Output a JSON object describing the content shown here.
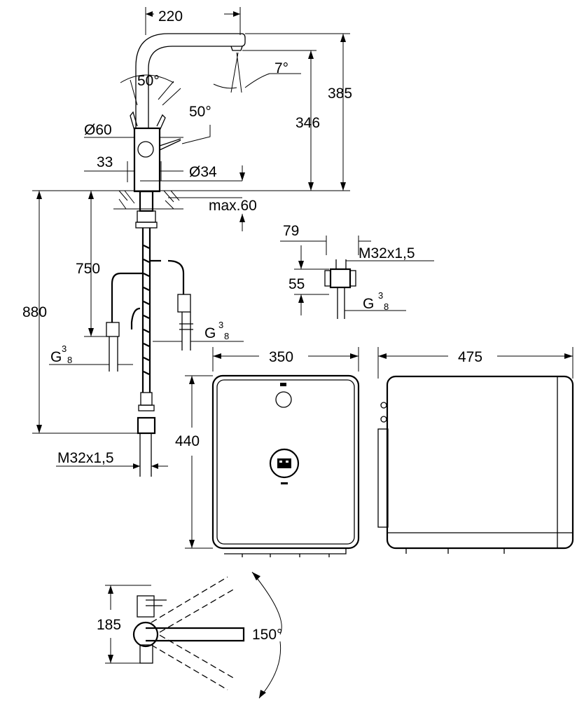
{
  "dimensions": {
    "spout_reach": "220",
    "spout_angle": "7°",
    "height_total": "385",
    "height_spout": "346",
    "lever_angle_left": "50°",
    "lever_angle_right": "50°",
    "base_diameter": "Ø60",
    "base_depth": "33",
    "mount_hole_diameter": "Ø34",
    "max_countertop": "max.60",
    "hose_length": "750",
    "total_below": "880",
    "inlet_thread_left": "G",
    "inlet_thread_right": "G",
    "fraction_num": "3",
    "fraction_den": "8",
    "outlet_thread": "M32x1,5",
    "valve_width": "79",
    "valve_height": "55",
    "valve_thread": "M32x1,5",
    "valve_inlet": "G",
    "boiler_width": "350",
    "boiler_height": "440",
    "boiler_depth": "475",
    "top_view_depth": "185",
    "swivel_angle": "150°"
  }
}
